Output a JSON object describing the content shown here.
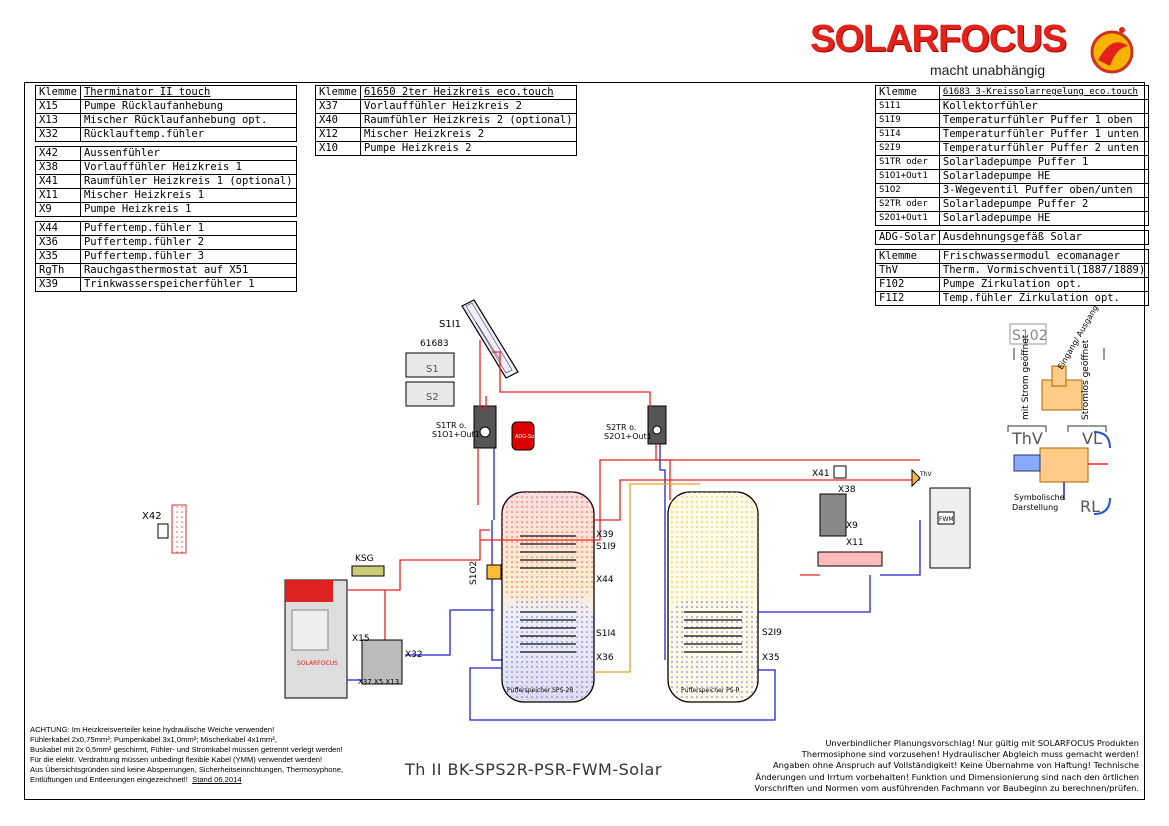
{
  "logo": {
    "name": "SOLARFOCUS",
    "slogan": "macht unabhängig"
  },
  "table_therminator": {
    "header": [
      "Klemme",
      "Therminator II touch"
    ],
    "groups": [
      [
        [
          "X15",
          "Pumpe Rücklaufanhebung"
        ],
        [
          "X13",
          "Mischer Rücklaufanhebung opt."
        ],
        [
          "X32",
          "Rücklauftemp.fühler"
        ]
      ],
      [
        [
          "X42",
          "Aussenfühler"
        ],
        [
          "X38",
          "Vorlauffühler Heizkreis 1"
        ],
        [
          "X41",
          "Raumfühler Heizkreis 1 (optional)"
        ],
        [
          "X11",
          "Mischer Heizkreis 1"
        ],
        [
          "X9",
          "Pumpe Heizkreis 1"
        ]
      ],
      [
        [
          "X44",
          "Puffertemp.fühler 1"
        ],
        [
          "X36",
          "Puffertemp.fühler 2"
        ],
        [
          "X35",
          "Puffertemp.fühler 3"
        ],
        [
          "RgTh",
          "Rauchgasthermostat auf X51"
        ],
        [
          "X39",
          "Trinkwasserspeicherfühler 1"
        ]
      ]
    ]
  },
  "table_heizkreis": {
    "header": [
      "Klemme",
      "61650 2ter Heizkreis eco.touch"
    ],
    "rows": [
      [
        "X37",
        "Vorlauffühler Heizkreis 2"
      ],
      [
        "X40",
        "Raumfühler Heizkreis 2 (optional)"
      ],
      [
        "X12",
        "Mischer Heizkreis 2"
      ],
      [
        "X10",
        "Pumpe Heizkreis 2"
      ]
    ]
  },
  "table_solar": {
    "header": [
      "Klemme",
      "61683 3-Kreissolarregelung eco.touch"
    ],
    "rows": [
      [
        "S1I1",
        "Kollektorfühler"
      ],
      [
        "S1I9",
        "Temperaturfühler Puffer 1 oben"
      ],
      [
        "S1I4",
        "Temperaturfühler Puffer 1 unten"
      ],
      [
        "S2I9",
        "Temperaturfühler Puffer 2 unten"
      ],
      [
        "S1TR oder",
        "Solarladepumpe Puffer 1"
      ],
      [
        "S1O1+Out1",
        "Solarladepumpe HE"
      ],
      [
        "S1O2",
        "3-Wegeventil Puffer oben/unten"
      ],
      [
        "S2TR oder",
        "Solarladepumpe Puffer 2"
      ],
      [
        "S2O1+Out1",
        "Solarladepumpe HE"
      ]
    ],
    "extra": [
      [
        "ADG-Solar",
        "Ausdehnungsgefäß Solar"
      ]
    ]
  },
  "table_fwm": {
    "header": [
      "Klemme",
      "Frischwassermodul ecomanager"
    ],
    "rows": [
      [
        "ThV",
        "Therm. Vormischventil(1887/1889)"
      ],
      [
        "F102",
        "Pumpe Zirkulation opt."
      ],
      [
        "F1I2",
        "Temp.fühler Zirkulation opt."
      ]
    ]
  },
  "diagram_labels": {
    "collector": "S1I1",
    "controller_id": "61683",
    "controller_s1": "S1",
    "controller_s2": "S2",
    "station1": "S1TR o.\nS1O1+Out1",
    "station2": "S2TR o.\nS2O1+Out1",
    "adg": "ADG-Solar",
    "ksg": "KSG",
    "valve": "S1O2",
    "x42": "X42",
    "x41": "X41",
    "x38": "X38",
    "x9": "X9",
    "x11": "X11",
    "x15": "X15",
    "x32": "X32",
    "x37x5x13": "X37 X5 X13",
    "x39": "X39",
    "s1i9": "S1I9",
    "x44": "X44",
    "s1i4": "S1I4",
    "x36": "X36",
    "s2i9": "S2I9",
    "x35": "X35",
    "thv": "ThV",
    "tank1": "Pufferspeicher SPS-2R",
    "tank2": "Pufferspeicher PS-R",
    "fwm": "FWM"
  },
  "legend": {
    "valve_title": "S102",
    "mit_strom": "mit Strom geöffnet",
    "eingang": "Eingang/ Ausgang",
    "stromlos": "Stromlos geöffnet",
    "thv": "ThV",
    "vl": "VL",
    "rl": "RL",
    "symbolic": "Symbolische Darstellung"
  },
  "notes_left": [
    "ACHTUNG: Im Heizkreisverteiler keine hydraulische Weiche verwenden!",
    "Fühlerkabel 2x0,75mm²; Pumpenkabel 3x1,0mm²; Mischerkabel 4x1mm²,",
    "Buskabel mit 2x 0,5mm² geschirmt, Fühler- und Stromkabel müssen getrennt verlegt werden!",
    "Für die elektr. Verdrahtung müssen unbedingt flexible Kabel (YMM) verwendet werden!",
    "Aus Übersichtsgründen sind keine Absperrungen, Sicherheitseinrichtungen, Thermosyphone,",
    "Entlüftungen und Entleerungen eingezeichnet!!"
  ],
  "stand": "Stand 06.2014",
  "drawing_title": "Th II BK-SPS2R-PSR-FWM-Solar",
  "notes_right": [
    "Unverbindlicher Planungsvorschlag! Nur gültig mit SOLARFOCUS Produkten",
    "Thermosiphone sind vorzusehen! Hydraulischer Abgleich muss gemacht werden!",
    "Angaben ohne Anspruch auf Vollständigkeit! Keine Übernahme von Haftung! Technische",
    "Änderungen und Irrtum vorbehalten! Funktion und Dimensionierung sind nach den örtlichen",
    "Vorschriften und Normen vom ausführenden Fachmann vor Baubeginn zu berechnen/prüfen."
  ]
}
